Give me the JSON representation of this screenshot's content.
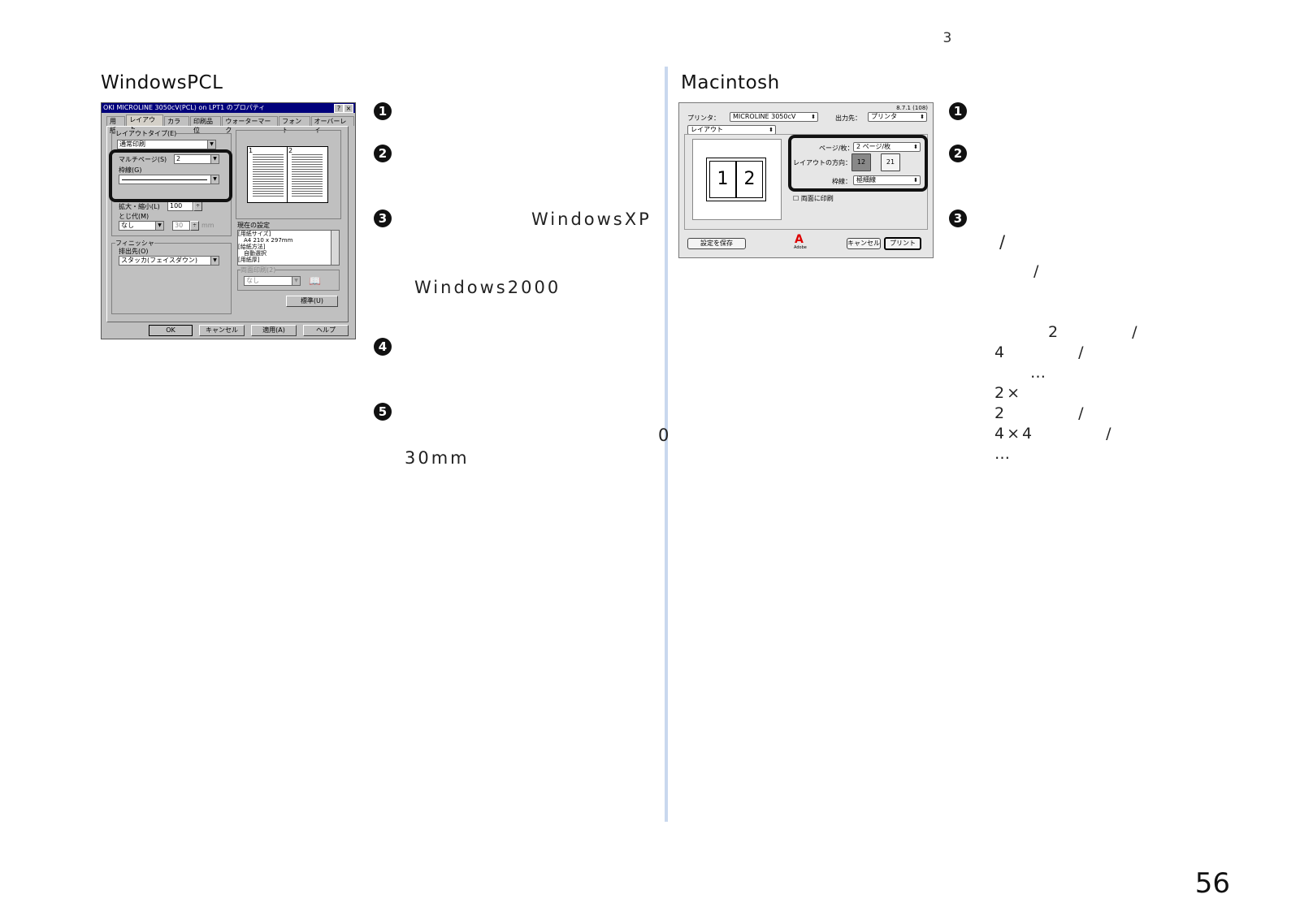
{
  "header": {
    "chapter": "3　 　 　 　 　 　 　 　 　 　"
  },
  "page_number": "56",
  "left": {
    "title": "WindowsPCL　　　　　　　　",
    "dialog": {
      "titlebar": "OKI MICROLINE 3050cV(PCL) on LPT1 のプロパティ",
      "help_btn": "?",
      "close_btn": "×",
      "tabs": [
        "用紙",
        "レイアウト",
        "カラー",
        "印刷品位",
        "ウォーターマーク",
        "フォント",
        "オーバーレイ"
      ],
      "layout_type_label": "レイアウトタイプ(E)",
      "layout_type_value": "通常印刷",
      "multipage_label": "マルチページ(S)",
      "multipage_value": "2",
      "border_label": "枠線(G)",
      "zoom_label": "拡大・縮小(L)",
      "zoom_value": "100",
      "margin_label": "とじ代(M)",
      "margin_value": "なし",
      "margin_num": "30",
      "margin_unit": "mm",
      "finisher_label": "フィニッシャ",
      "output_label": "排出先(O)",
      "output_value": "スタッカ(フェイスダウン)",
      "current_label": "現在の設定",
      "current_lines": [
        "[用紙サイズ]",
        "　A4 210 x 297mm",
        "[給紙方法]",
        "　自動選択",
        "[用紙厚]"
      ],
      "duplex_label": "両面印刷(2)",
      "duplex_value": "なし",
      "default_btn": "標準(U)",
      "ok_btn": "OK",
      "cancel_btn": "キャンセル",
      "apply_btn": "適用(A)",
      "help_bottom_btn": "ヘルプ",
      "preview_num_1": "1",
      "preview_num_2": "2"
    },
    "steps": [
      {
        "num": "1",
        "lines": [
          "　　　　　　　　　　　　　　　　"
        ]
      },
      {
        "num": "2",
        "lines": [
          "　　　　　　　　　　　　　　　　",
          "　　　　　　　"
        ]
      },
      {
        "num": "3",
        "lines": [
          "　　　　　　　WindowsXP　",
          "　　　　　　　　　　　　　　　",
          "　　",
          "　Windows2000　　　　　　　",
          "　　　　　　　　　　"
        ]
      },
      {
        "num": "4",
        "lines": [
          "　　　　　　　　　　　　　　　",
          "　　　　　　　　　　　　　　　"
        ]
      },
      {
        "num": "5",
        "lines": [
          "　　　　　　　　　　　　　　　",
          "　　　　　　　　　　　　　0　",
          "30mm　　　　　　　　　　"
        ]
      }
    ]
  },
  "right": {
    "title": "Macintosh　　　　　　　　",
    "dialog": {
      "version": "8.7.1 (108)",
      "printer_label": "プリンタ：",
      "printer_value": "MICROLINE 3050cV",
      "dest_label": "出力先：",
      "dest_value": "プリンタ",
      "panel_value": "レイアウト",
      "pages_label": "ページ/枚：",
      "pages_value": "2 ページ/枚",
      "direction_label": "レイアウトの方向：",
      "dir_opt1": "12",
      "dir_opt2": "21",
      "border_label": "枠線：",
      "border_value": "極細線",
      "duplex_check": "両面に印刷",
      "preview_1": "1",
      "preview_2": "2",
      "save_btn": "設定を保存",
      "cancel_btn": "キャンセル",
      "print_btn": "プリント",
      "adobe": "Adobe"
    },
    "steps": [
      {
        "num": "1",
        "lines": [
          "　　　　　　　　　　　　　　　　"
        ]
      },
      {
        "num": "2",
        "lines": [
          "　　　　　　　　　　　　　　　",
          "　　　　　　　　　　"
        ]
      },
      {
        "num": "3",
        "lines": [
          "　　　　　　　　　　　　　　　",
          "　/　　　　　　　　　　　　　　"
        ]
      }
    ],
    "notes": [
      {
        "head": "　　　/　",
        "lines": [
          "　　　　　　　　　　　　　　",
          "　　　　　",
          "　　　2　　　　/　　　4　　　　/",
          "　　…　　　　　　　　　　　2×",
          "2　　　　/　　　4×4　　　　/　　",
          "…　　　　　　　　　　　　"
        ]
      },
      {
        "head": "　　",
        "lines": [
          "　　　　　　　　　　　　　　",
          "　　　　"
        ]
      }
    ]
  }
}
